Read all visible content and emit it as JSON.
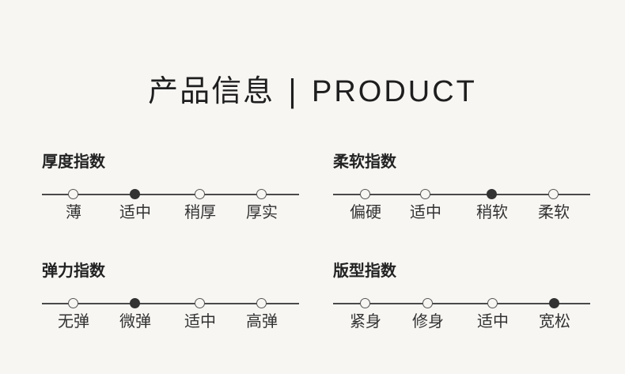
{
  "header": {
    "title_cn": "产品信息",
    "separator": "|",
    "title_en": "PRODUCT"
  },
  "groups": [
    {
      "heading": "厚度指数",
      "options": [
        "薄",
        "适中",
        "稍厚",
        "厚实"
      ],
      "selected_label": "适中"
    },
    {
      "heading": "柔软指数",
      "options": [
        "偏硬",
        "适中",
        "稍软",
        "柔软"
      ],
      "selected_label": "稍软"
    },
    {
      "heading": "弹力指数",
      "options": [
        "无弹",
        "微弹",
        "适中",
        "高弹"
      ],
      "selected_label": "微弹"
    },
    {
      "heading": "版型指数",
      "options": [
        "紧身",
        "修身",
        "适中",
        "宽松"
      ],
      "selected_label": "宽松"
    }
  ],
  "colors": {
    "background": "#f7f6f3",
    "line": "#4a4a4a",
    "selected_dot": "#333333"
  }
}
